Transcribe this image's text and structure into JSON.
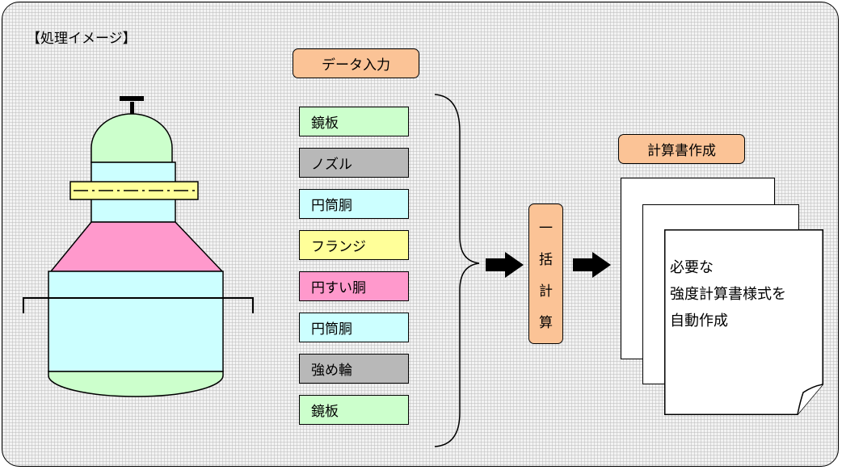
{
  "title": "【処理イメージ】",
  "input_header": "データ入力",
  "input_items": [
    {
      "label": "鏡板",
      "color": "#ccffcc"
    },
    {
      "label": "ノズル",
      "color": "#b8b8b8"
    },
    {
      "label": "円筒胴",
      "color": "#ccffff"
    },
    {
      "label": "フランジ",
      "color": "#ffff99"
    },
    {
      "label": "円すい胴",
      "color": "#ff99cc"
    },
    {
      "label": "円筒胴",
      "color": "#ccffff"
    },
    {
      "label": "強め輪",
      "color": "#b8b8b8"
    },
    {
      "label": "鏡板",
      "color": "#ccffcc"
    }
  ],
  "batch_calc_chars": [
    "一",
    "括",
    "計",
    "算"
  ],
  "output_header": "計算書作成",
  "output_text_lines": [
    "必要な",
    "強度計算書様式を",
    "自動作成"
  ],
  "colors": {
    "header_fill": "#fbc396",
    "head_green": "#ccffcc",
    "shell_cyan": "#ccffff",
    "cone_pink": "#ff99cc",
    "flange_yellow": "#ffff99"
  }
}
